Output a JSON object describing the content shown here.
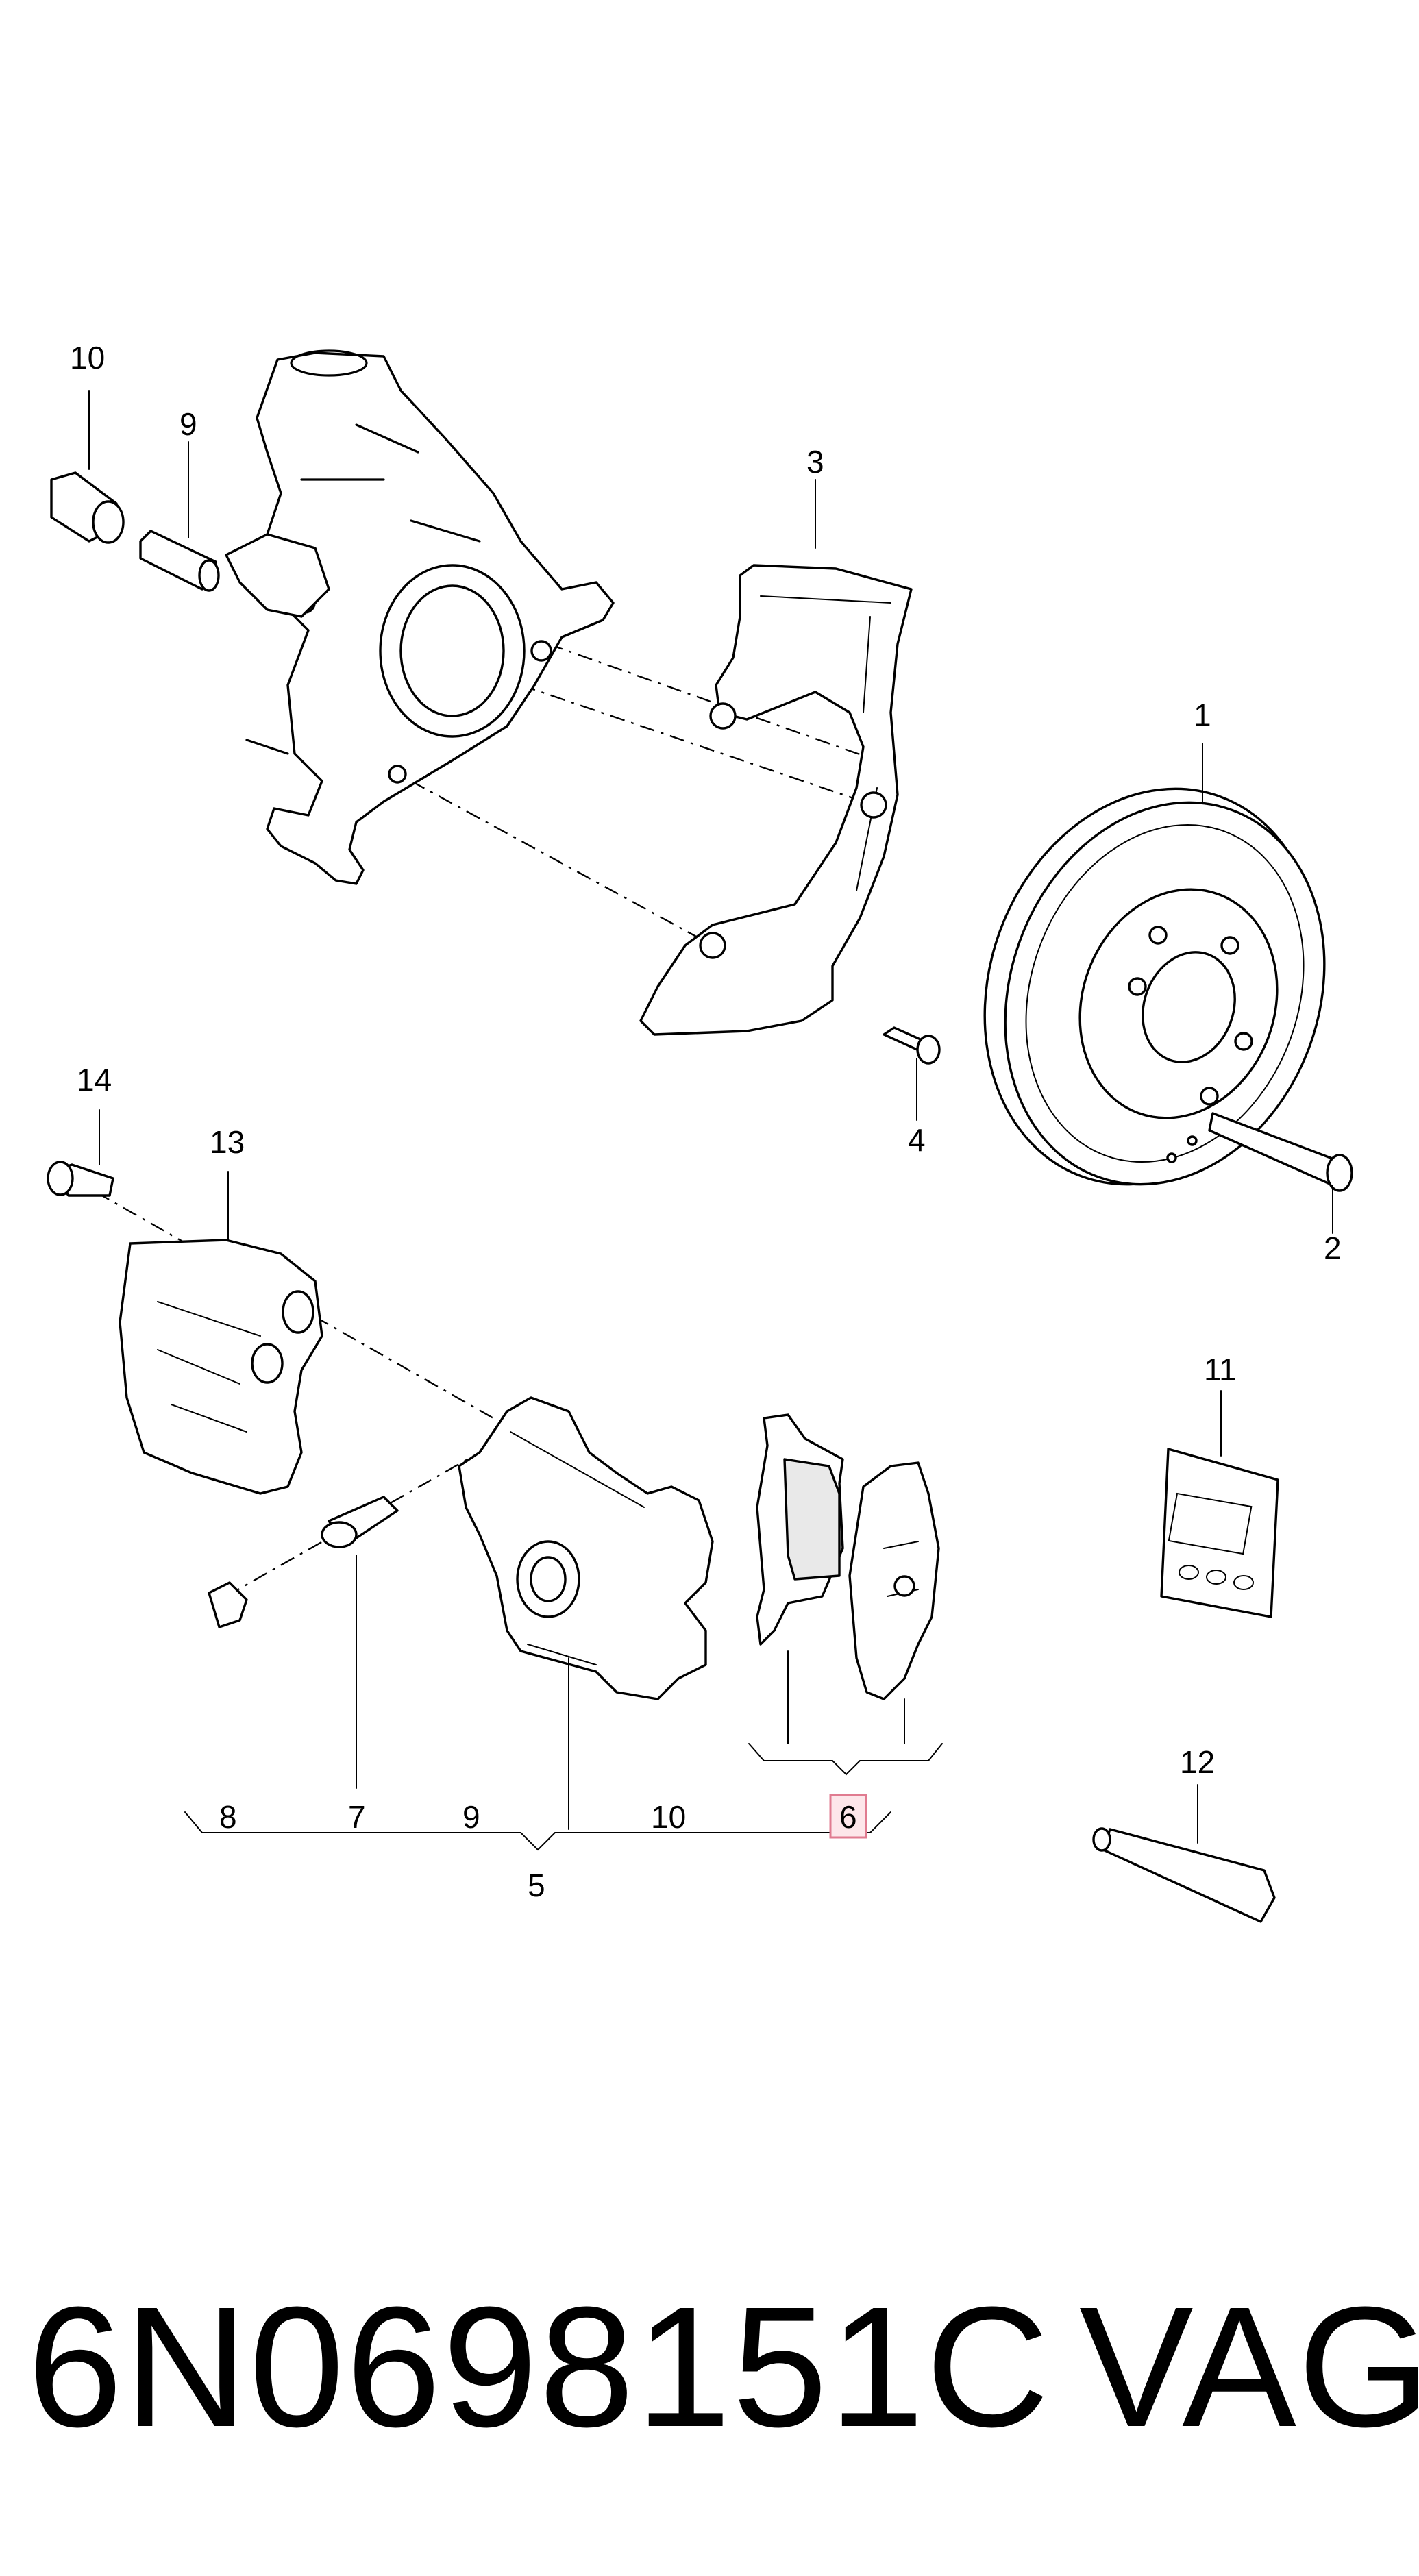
{
  "callouts": {
    "c1": "1",
    "c2": "2",
    "c3": "3",
    "c4": "4",
    "c5": "5",
    "c6": "6",
    "c7": "7",
    "c8": "8",
    "c9": "9",
    "c10": "10",
    "c11": "11",
    "c12": "12",
    "c13": "13",
    "c14": "14",
    "g9": "9",
    "g10": "10"
  },
  "highlighted_callout": "6",
  "footer": {
    "part_number": "6N0698151C",
    "brand": "VAG"
  }
}
